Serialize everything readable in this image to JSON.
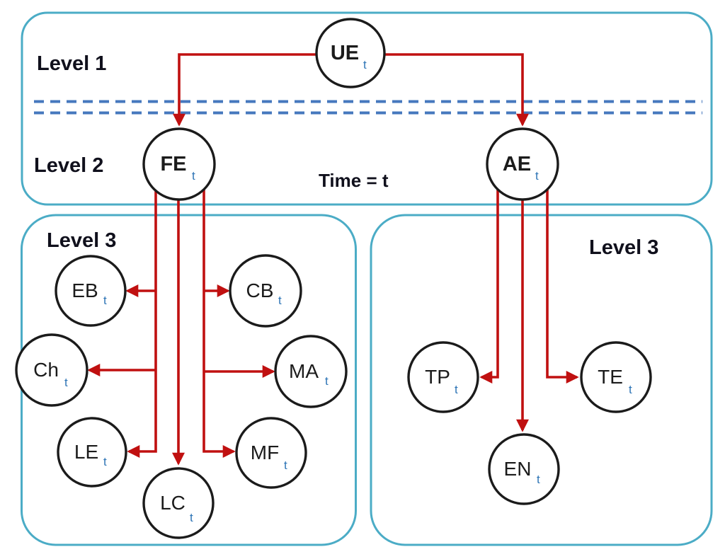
{
  "labels": {
    "level1": "Level 1",
    "level2": "Level 2",
    "level3_left": "Level 3",
    "level3_right": "Level 3",
    "time": "Time = t"
  },
  "nodes": [
    {
      "id": "UE",
      "label": "UE",
      "sub": "t",
      "level": 1
    },
    {
      "id": "FE",
      "label": "FE",
      "sub": "t",
      "level": 2
    },
    {
      "id": "AE",
      "label": "AE",
      "sub": "t",
      "level": 2
    },
    {
      "id": "EB",
      "label": "EB",
      "sub": "t",
      "level": 3
    },
    {
      "id": "CB",
      "label": "CB",
      "sub": "t",
      "level": 3
    },
    {
      "id": "Ch",
      "label": "Ch",
      "sub": "t",
      "level": 3
    },
    {
      "id": "MA",
      "label": "MA",
      "sub": "t",
      "level": 3
    },
    {
      "id": "LE",
      "label": "LE",
      "sub": "t",
      "level": 3
    },
    {
      "id": "MF",
      "label": "MF",
      "sub": "t",
      "level": 3
    },
    {
      "id": "LC",
      "label": "LC",
      "sub": "t",
      "level": 3
    },
    {
      "id": "TP",
      "label": "TP",
      "sub": "t",
      "level": 3
    },
    {
      "id": "TE",
      "label": "TE",
      "sub": "t",
      "level": 3
    },
    {
      "id": "EN",
      "label": "EN",
      "sub": "t",
      "level": 3
    }
  ],
  "edges": [
    {
      "from": "UE",
      "to": "FE"
    },
    {
      "from": "UE",
      "to": "AE"
    },
    {
      "from": "FE",
      "to": "EB"
    },
    {
      "from": "FE",
      "to": "CB"
    },
    {
      "from": "FE",
      "to": "Ch"
    },
    {
      "from": "FE",
      "to": "MA"
    },
    {
      "from": "FE",
      "to": "LE"
    },
    {
      "from": "FE",
      "to": "MF"
    },
    {
      "from": "FE",
      "to": "LC"
    },
    {
      "from": "AE",
      "to": "TP"
    },
    {
      "from": "AE",
      "to": "TE"
    },
    {
      "from": "AE",
      "to": "EN"
    }
  ],
  "colors": {
    "box_border": "#4BACC6",
    "dashed_line": "#4678BE",
    "arrow": "#C01010",
    "node_border": "#1b1b1b",
    "node_text": "#1b1b1b",
    "subscript": "#2E75B6",
    "label_text": "#10101c",
    "background": "#ffffff"
  }
}
